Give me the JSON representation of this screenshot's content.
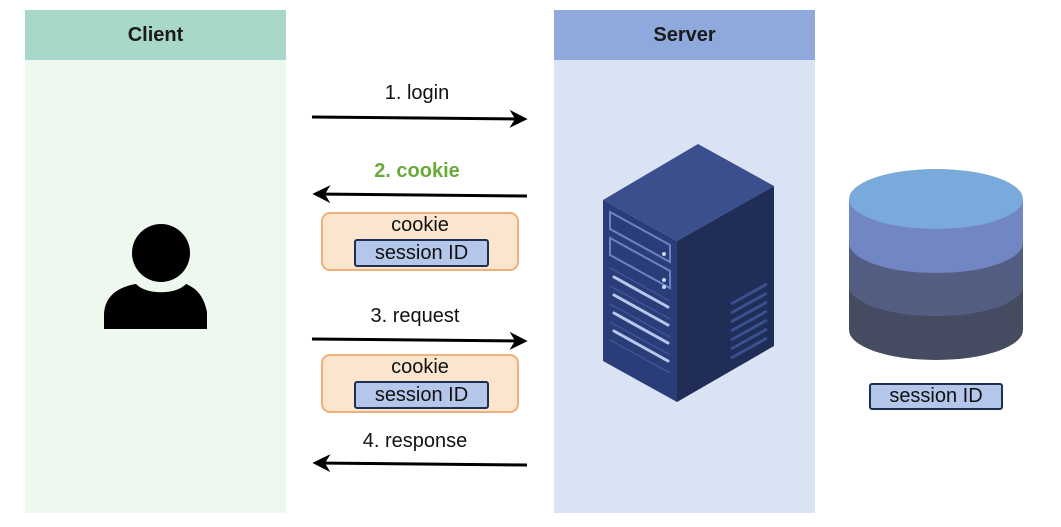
{
  "lanes": {
    "client": {
      "title": "Client"
    },
    "server": {
      "title": "Server"
    }
  },
  "steps": [
    {
      "label": "1. login",
      "direction": "right"
    },
    {
      "label": "2. cookie",
      "direction": "left",
      "color": "#6aaa3a"
    },
    {
      "label": "3. request",
      "direction": "right"
    },
    {
      "label": "4. response",
      "direction": "left"
    }
  ],
  "cookie_boxes": [
    {
      "title": "cookie",
      "content": "session ID"
    },
    {
      "title": "cookie",
      "content": "session ID"
    }
  ],
  "database": {
    "label": "session ID"
  },
  "icons": [
    "user-icon",
    "server-rack-icon",
    "database-icon"
  ],
  "colors": {
    "client_header": "#a8d8c9",
    "client_body": "#eef8ee",
    "server_header": "#8fa9dd",
    "server_body": "#dae3f4",
    "cookie_fill": "#fbe5cf",
    "cookie_border": "#f0b07c",
    "session_fill": "#b4c6ea",
    "highlight": "#6aaa3a"
  }
}
